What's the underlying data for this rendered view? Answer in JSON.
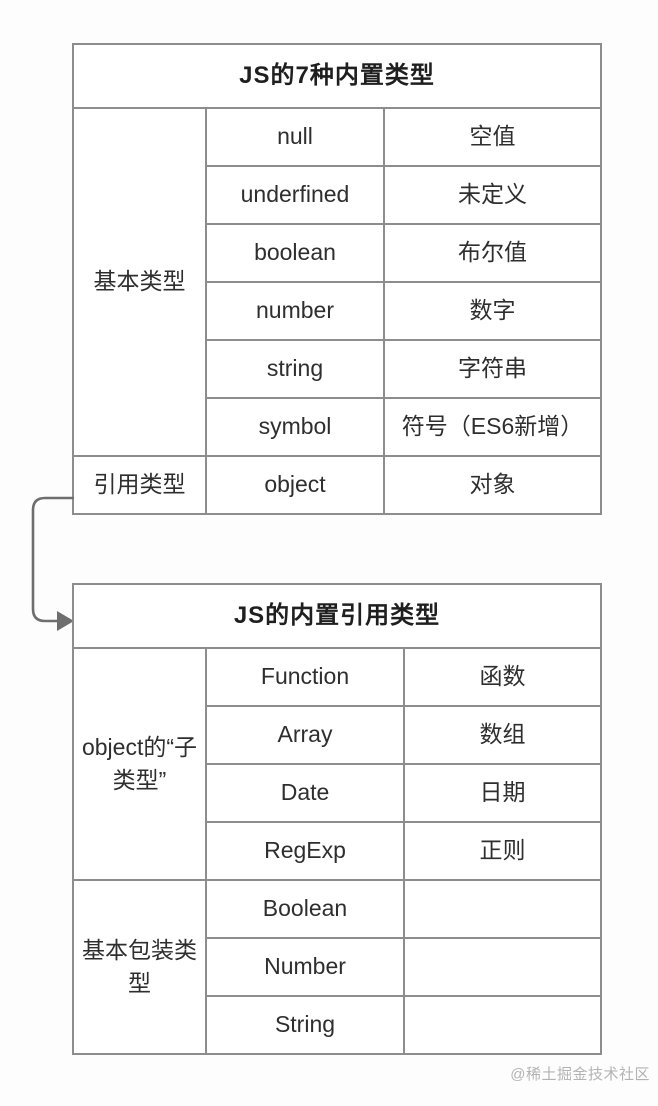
{
  "page": {
    "watermark": "@稀土掘金技术社区",
    "background_color": "#fdfdfd",
    "border_color": "#8d8d8d",
    "text_color": "#2e2e2e",
    "arrow_color": "#6e6e6e",
    "watermark_color": "#b3b3b3"
  },
  "table1": {
    "title": "JS的7种内置类型",
    "groups": [
      {
        "label": "基本类型",
        "rows": [
          {
            "en": "null",
            "zh": "空值"
          },
          {
            "en": "underfined",
            "zh": "未定义"
          },
          {
            "en": "boolean",
            "zh": "布尔值"
          },
          {
            "en": "number",
            "zh": "数字"
          },
          {
            "en": "string",
            "zh": "字符串"
          },
          {
            "en": "symbol",
            "zh": "符号（ES6新增）"
          }
        ]
      },
      {
        "label": "引用类型",
        "rows": [
          {
            "en": "object",
            "zh": "对象"
          }
        ]
      }
    ]
  },
  "table2": {
    "title": "JS的内置引用类型",
    "groups": [
      {
        "label": "object的“子类型”",
        "rows": [
          {
            "en": "Function",
            "zh": "函数"
          },
          {
            "en": "Array",
            "zh": "数组"
          },
          {
            "en": "Date",
            "zh": "日期"
          },
          {
            "en": "RegExp",
            "zh": "正则"
          }
        ]
      },
      {
        "label": "基本包装类型",
        "rows": [
          {
            "en": "Boolean",
            "zh": ""
          },
          {
            "en": "Number",
            "zh": ""
          },
          {
            "en": "String",
            "zh": ""
          }
        ]
      }
    ]
  }
}
